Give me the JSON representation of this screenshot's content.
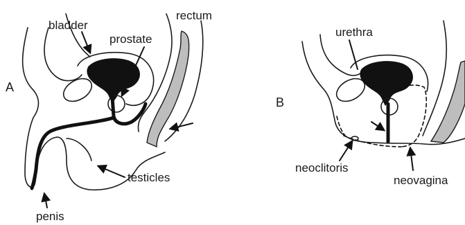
{
  "panel_a": {
    "letter": "A",
    "labels": {
      "bladder": "bladder",
      "prostate": "prostate",
      "rectum": "rectum",
      "testicles": "testicles",
      "penis": "penis"
    }
  },
  "panel_b": {
    "letter": "B",
    "labels": {
      "urethra": "urethra",
      "neoclitoris": "neoclitoris",
      "neovagina": "neovagina"
    }
  },
  "colors": {
    "line": "#1a1a1a",
    "rectum_fill": "#bdbdbd"
  }
}
